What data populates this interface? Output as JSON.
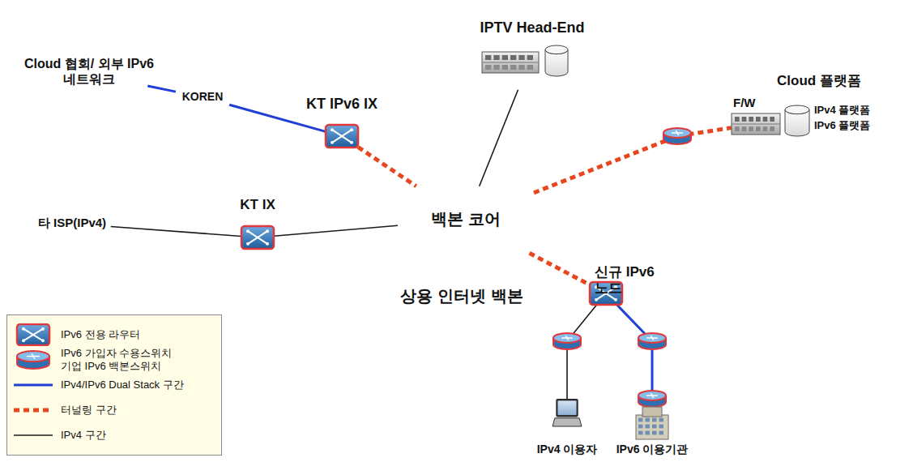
{
  "diagram": {
    "nodes": [
      {
        "text": [
          "상용 인터넷 백본"
        ]
      },
      {
        "text": [
          "KT IPv6 IX"
        ],
        "in": 0
      },
      {
        "text": [
          "KT IX"
        ],
        "in": 0
      },
      {
        "text": [
          "백본 코어"
        ],
        "in": 0
      },
      {
        "text": [
          "신규 IPv6 노드"
        ],
        "in": 0
      },
      {
        "text": [
          "Cloud 협회/ 외부 IPv6 네트워크"
        ]
      },
      {
        "text": [
          "KOREN"
        ]
      },
      {
        "text": [
          "타 ISP(IPv4)"
        ]
      },
      {
        "text": [
          "IPTV Head-End"
        ]
      },
      {
        "text": [
          "Cloud 플랫폼",
          "F/W",
          "IPv4 플랫폼",
          "IPv6 플랫폼"
        ]
      },
      {
        "text": [
          "IPv4 이용자"
        ]
      },
      {
        "text": [
          "IPv6 이용기관"
        ]
      }
    ],
    "edges": [
      {
        "from": 5,
        "to": 6,
        "arrow": "none"
      },
      {
        "from": 6,
        "to": 1,
        "arrow": "none"
      },
      {
        "from": 1,
        "to": 3,
        "arrow": "none"
      },
      {
        "from": 7,
        "to": 2,
        "arrow": "none"
      },
      {
        "from": 2,
        "to": 3,
        "arrow": "none"
      },
      {
        "from": 8,
        "to": 3,
        "arrow": "none"
      },
      {
        "from": 3,
        "to": 9,
        "arrow": "none"
      },
      {
        "from": 3,
        "to": 4,
        "arrow": "none"
      },
      {
        "from": 4,
        "to": 10,
        "arrow": "none"
      },
      {
        "from": 4,
        "to": 11,
        "arrow": "none"
      }
    ],
    "legend": [
      {
        "text": "IPv6 전용 라우터"
      },
      {
        "text": "IPv6 가입자 수용스위치 기업 IPv6 백본스위치"
      },
      {
        "text": "IPv4/IPv6 Dual Stack 구간"
      },
      {
        "text": "터널링 구간"
      },
      {
        "text": "IPv4 구간"
      }
    ]
  }
}
